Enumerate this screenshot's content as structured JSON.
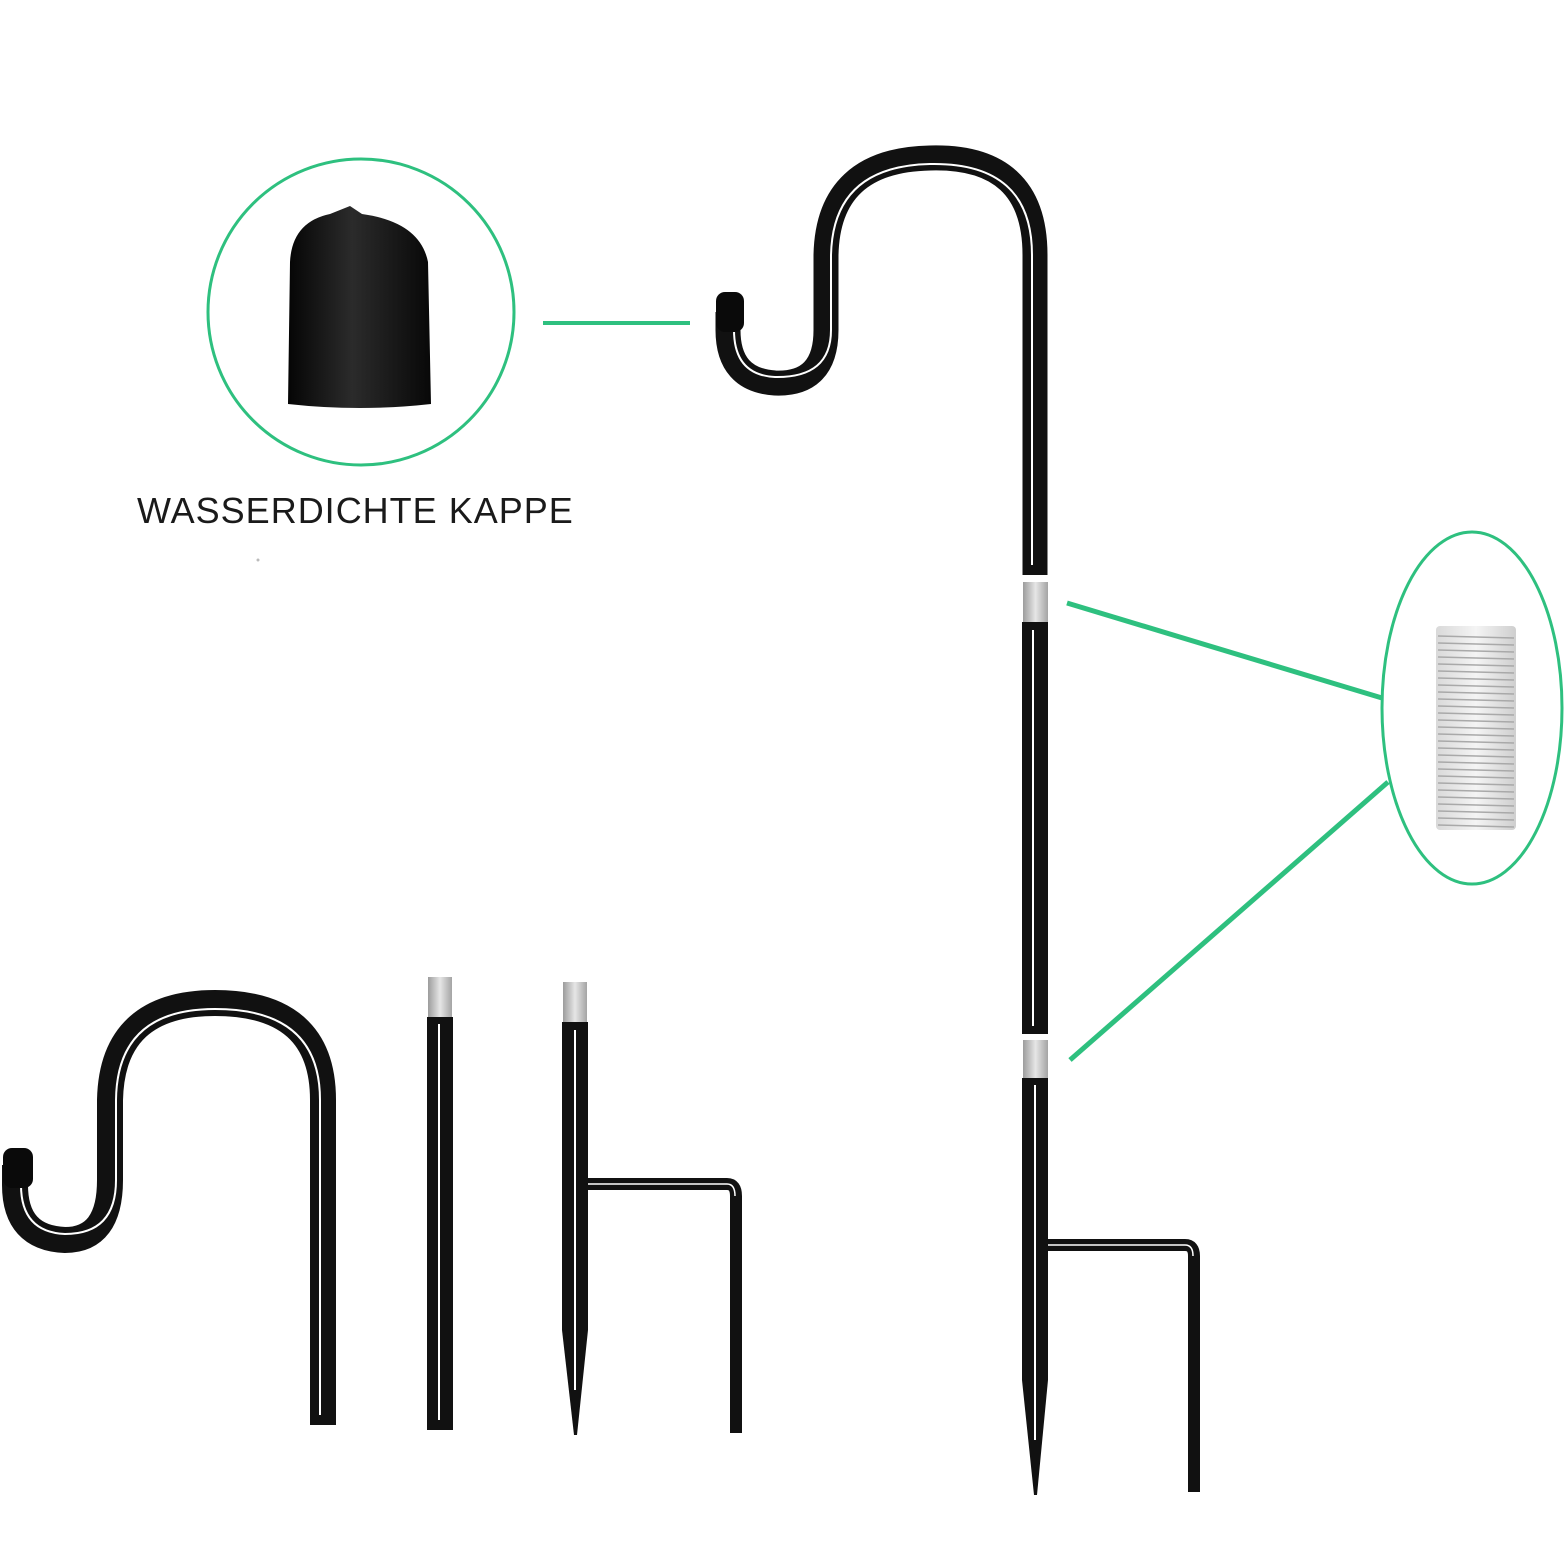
{
  "labels": {
    "cap": "WASSERDICHTE KAPPE"
  },
  "colors": {
    "accent": "#2ec07f",
    "rod": "#111111",
    "highlight": "#ffffff",
    "metal": "#c8c8c8"
  },
  "parts": {
    "assembled": [
      "hook-section",
      "middle-rod",
      "stake-section"
    ],
    "disassembled": [
      "hook-section",
      "middle-rod",
      "stake-section-with-foot"
    ]
  }
}
